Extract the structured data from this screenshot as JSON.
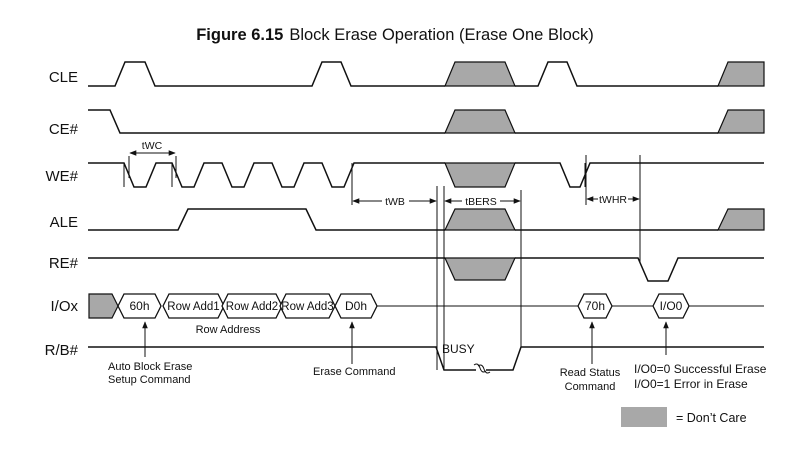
{
  "figure": {
    "number": "Figure 6.15",
    "title": "Block Erase Operation (Erase One Block)"
  },
  "signals": [
    "CLE",
    "CE#",
    "WE#",
    "ALE",
    "RE#",
    "I/Ox",
    "R/B#"
  ],
  "bus_values": [
    "60h",
    "Row Add1",
    "Row Add2",
    "Row Add3",
    "D0h",
    "70h",
    "I/O0"
  ],
  "bus_group_label": "Row Address",
  "timing_labels": {
    "twc": "tWC",
    "twb": "tWB",
    "tbers": "tBERS",
    "twhr": "tWHR"
  },
  "busy_label": "BUSY",
  "annotations": {
    "setup_line1": "Auto Block Erase",
    "setup_line2": "Setup Command",
    "erase_command": "Erase Command",
    "read_status_line1": "Read Status",
    "read_status_line2": "Command",
    "result_line1": "I/O0=0 Successful Erase",
    "result_line2": "I/O0=1 Error in Erase"
  },
  "legend": {
    "label": "= Don’t Care"
  },
  "colors": {
    "dont_care": "#a8a8a8",
    "line": "#111111"
  }
}
